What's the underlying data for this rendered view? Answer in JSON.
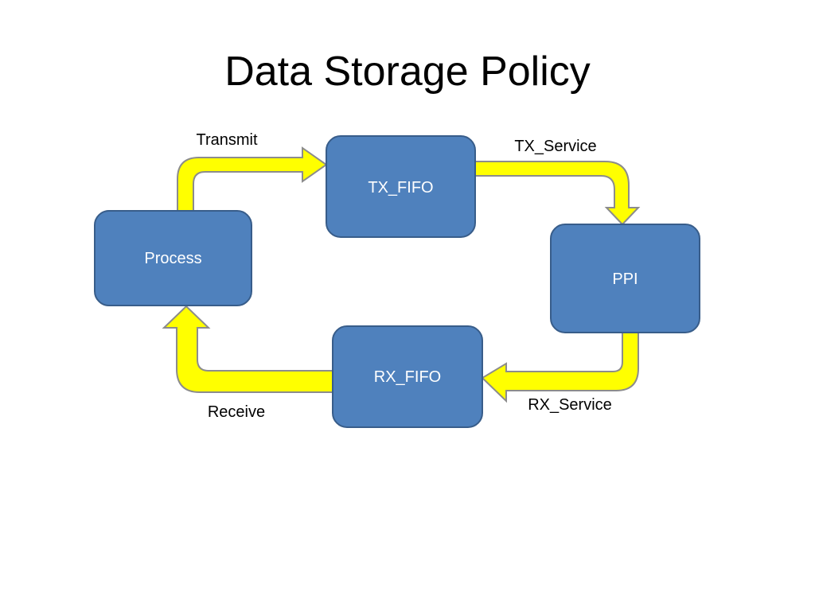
{
  "title": "Data Storage Policy",
  "colors": {
    "node_fill": "#4f81bd",
    "node_stroke": "#385d8a",
    "arrow_fill": "#ffff00",
    "arrow_stroke": "#8c8c8c"
  },
  "nodes": {
    "process": "Process",
    "tx_fifo": "TX_FIFO",
    "ppi": "PPI",
    "rx_fifo": "RX_FIFO"
  },
  "edges": {
    "transmit": "Transmit",
    "tx_service": "TX_Service",
    "rx_service": "RX_Service",
    "receive": "Receive"
  }
}
